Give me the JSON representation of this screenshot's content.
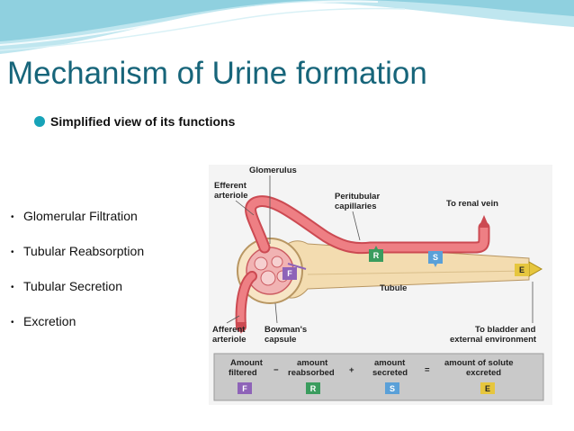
{
  "slide": {
    "title": "Mechanism of Urine formation",
    "subtitle": "Simplified view of its functions",
    "bullets": [
      "Glomerular Filtration",
      "Tubular Reabsorption",
      "Tubular Secretion",
      "Excretion"
    ]
  },
  "diagram": {
    "labels": {
      "glomerulus": "Glomerulus",
      "efferent_1": "Efferent",
      "efferent_2": "arteriole",
      "peritubular_1": "Peritubular",
      "peritubular_2": "capillaries",
      "renal_vein": "To renal vein",
      "tubule": "Tubule",
      "afferent_1": "Afferent",
      "afferent_2": "arteriole",
      "bowman_1": "Bowman's",
      "bowman_2": "capsule",
      "bladder_1": "To bladder and",
      "bladder_2": "external environment"
    },
    "markers": {
      "F": "F",
      "R": "R",
      "S": "S",
      "E": "E"
    },
    "equation": {
      "filtered_1": "Amount",
      "filtered_2": "filtered",
      "minus": "−",
      "reabsorbed_1": "amount",
      "reabsorbed_2": "reabsorbed",
      "plus": "+",
      "secreted_1": "amount",
      "secreted_2": "secreted",
      "equals": "=",
      "excreted_1": "amount of solute",
      "excreted_2": "excreted"
    },
    "colors": {
      "F": "#8e63b8",
      "R": "#3a9c5e",
      "S": "#5aa0d8",
      "E": "#e6c63e",
      "vessel": "#e8676b",
      "tubule": "#f3dcb0"
    }
  }
}
